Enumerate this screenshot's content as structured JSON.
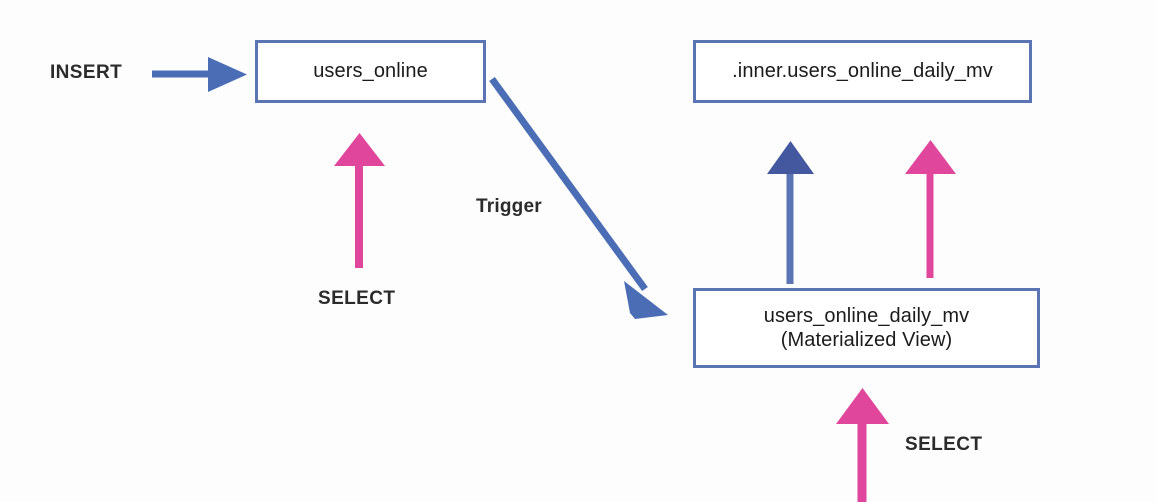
{
  "diagram": {
    "title": "ClickHouse materialized view data flow",
    "background_color": "#fdfdfd",
    "colors": {
      "blue": "#4a6db5",
      "blue_border": "#5b74b4",
      "pink": "#e0479c",
      "text": "#2b2b2b"
    },
    "nodes": [
      {
        "id": "users_online",
        "lines": [
          "users_online"
        ],
        "kind": "table"
      },
      {
        "id": "inner_users_online_daily_mv",
        "lines": [
          ".inner.users_online_daily_mv"
        ],
        "kind": "inner-table"
      },
      {
        "id": "users_online_daily_mv",
        "lines": [
          "users_online_daily_mv",
          "(Materialized View)"
        ],
        "kind": "materialized-view"
      }
    ],
    "labels": [
      {
        "id": "insert",
        "text": "INSERT",
        "color": "blue"
      },
      {
        "id": "select_1",
        "text": "SELECT",
        "color": "pink"
      },
      {
        "id": "trigger",
        "text": "Trigger",
        "color": "blue"
      },
      {
        "id": "select_2",
        "text": "SELECT",
        "color": "pink"
      }
    ],
    "arrows": [
      {
        "id": "insert-arrow",
        "color": "blue",
        "direction": "right",
        "from": "INSERT",
        "to": "users_online"
      },
      {
        "id": "select-arrow-users-online",
        "color": "pink",
        "direction": "up",
        "from": "SELECT",
        "to": "users_online"
      },
      {
        "id": "trigger-arrow",
        "color": "blue",
        "direction": "down-right",
        "from": "users_online",
        "to": "users_online_daily_mv",
        "label": "Trigger"
      },
      {
        "id": "mv-to-inner-arrow",
        "color": "blue",
        "direction": "up",
        "from": "users_online_daily_mv",
        "to": ".inner.users_online_daily_mv"
      },
      {
        "id": "inner-select-arrow",
        "color": "pink",
        "direction": "up",
        "from": "users_online_daily_mv",
        "to": ".inner.users_online_daily_mv"
      },
      {
        "id": "select-arrow-mv",
        "color": "pink",
        "direction": "up",
        "from": "SELECT",
        "to": "users_online_daily_mv"
      }
    ]
  }
}
